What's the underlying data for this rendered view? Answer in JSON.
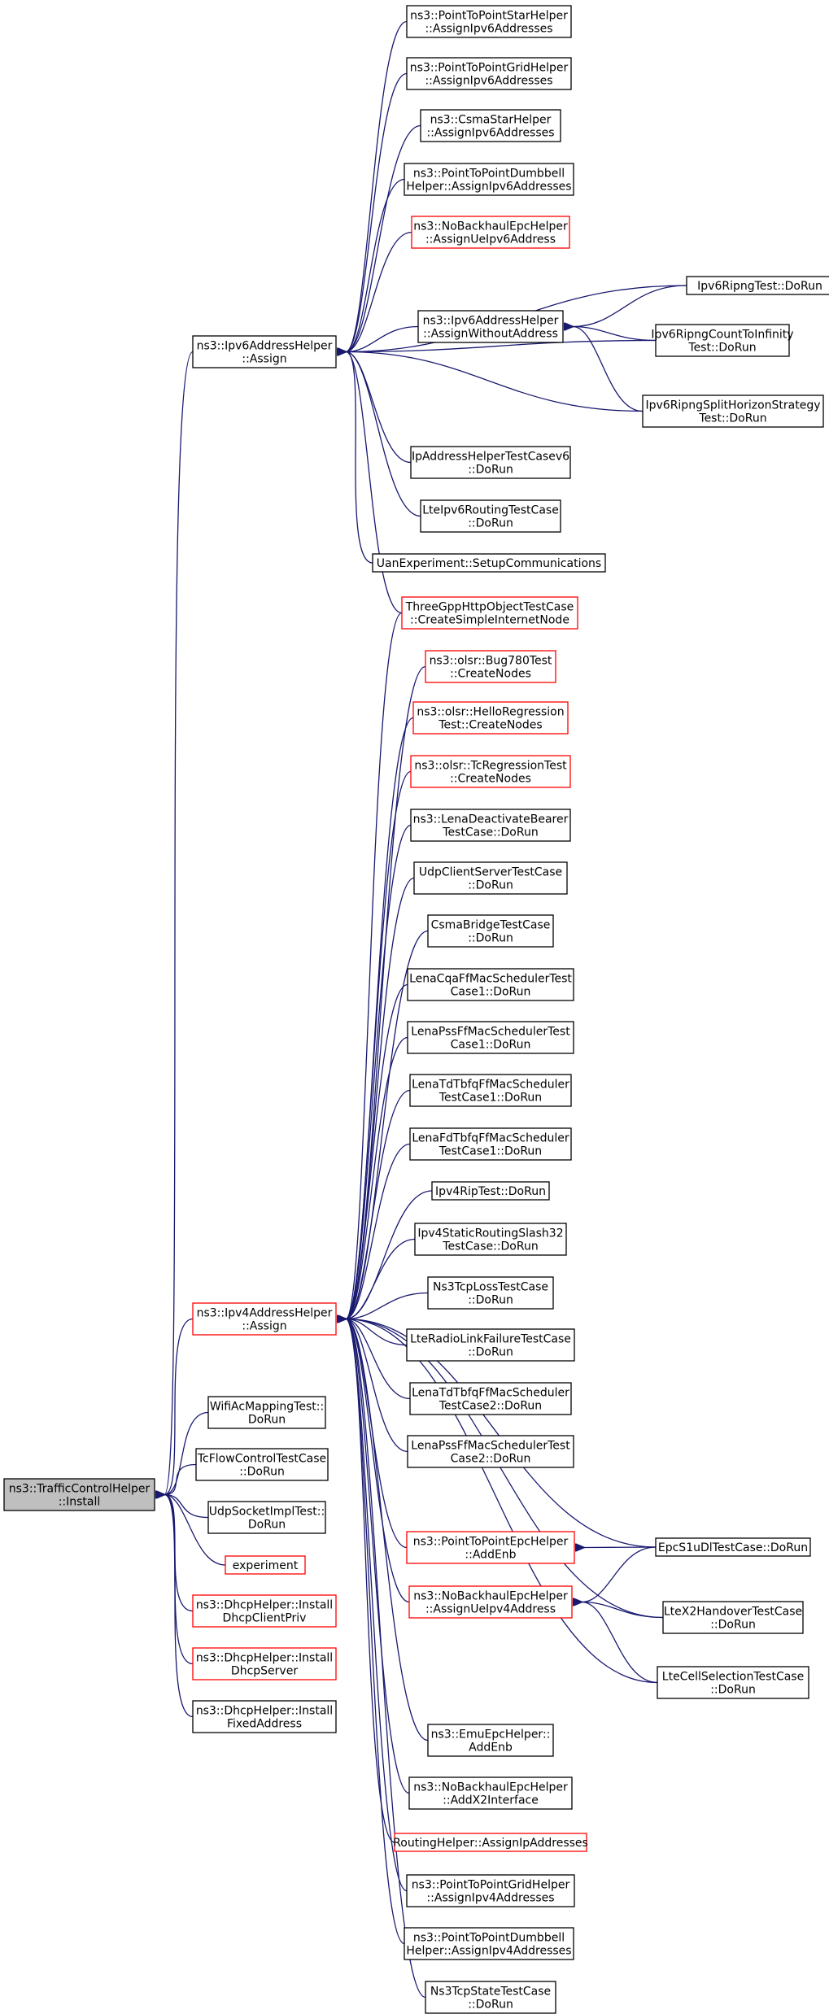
{
  "nodes": [
    {
      "id": "root",
      "lines": [
        "ns3::TrafficControlHelper",
        "::Install"
      ],
      "kind": "root"
    },
    {
      "id": "ipv6assign",
      "lines": [
        "ns3::Ipv6AddressHelper",
        "::Assign"
      ],
      "kind": "black"
    },
    {
      "id": "ipv4assign",
      "lines": [
        "ns3::Ipv4AddressHelper",
        "::Assign"
      ],
      "kind": "red"
    },
    {
      "id": "wifiac",
      "lines": [
        "WifiAcMappingTest::",
        "DoRun"
      ],
      "kind": "black"
    },
    {
      "id": "tcflow",
      "lines": [
        "TcFlowControlTestCase",
        "::DoRun"
      ],
      "kind": "black"
    },
    {
      "id": "udpsock",
      "lines": [
        "UdpSocketImplTest::",
        "DoRun"
      ],
      "kind": "black"
    },
    {
      "id": "experiment",
      "lines": [
        "experiment"
      ],
      "kind": "red"
    },
    {
      "id": "dhcpclient",
      "lines": [
        "ns3::DhcpHelper::Install",
        "DhcpClientPriv"
      ],
      "kind": "red"
    },
    {
      "id": "dhcpserver",
      "lines": [
        "ns3::DhcpHelper::Install",
        "DhcpServer"
      ],
      "kind": "red"
    },
    {
      "id": "dhcpfixed",
      "lines": [
        "ns3::DhcpHelper::Install",
        "FixedAddress"
      ],
      "kind": "black"
    },
    {
      "id": "p2pstar6",
      "lines": [
        "ns3::PointToPointStarHelper",
        "::AssignIpv6Addresses"
      ],
      "kind": "black"
    },
    {
      "id": "p2pgrid6",
      "lines": [
        "ns3::PointToPointGridHelper",
        "::AssignIpv6Addresses"
      ],
      "kind": "black"
    },
    {
      "id": "csmastar6",
      "lines": [
        "ns3::CsmaStarHelper",
        "::AssignIpv6Addresses"
      ],
      "kind": "black"
    },
    {
      "id": "p2pdumb6",
      "lines": [
        "ns3::PointToPointDumbbell",
        "Helper::AssignIpv6Addresses"
      ],
      "kind": "black"
    },
    {
      "id": "nobackhaul6",
      "lines": [
        "ns3::NoBackhaulEpcHelper",
        "::AssignUeIpv6Address"
      ],
      "kind": "red"
    },
    {
      "id": "assignwithout",
      "lines": [
        "ns3::Ipv6AddressHelper",
        "::AssignWithoutAddress"
      ],
      "kind": "black"
    },
    {
      "id": "ipaddrv6",
      "lines": [
        "IpAddressHelperTestCasev6",
        "::DoRun"
      ],
      "kind": "black"
    },
    {
      "id": "lteipv6",
      "lines": [
        "LteIpv6RoutingTestCase",
        "::DoRun"
      ],
      "kind": "black"
    },
    {
      "id": "uanexp",
      "lines": [
        "UanExperiment::SetupCommunications"
      ],
      "kind": "black"
    },
    {
      "id": "threegpp",
      "lines": [
        "ThreeGppHttpObjectTestCase",
        "::CreateSimpleInternetNode"
      ],
      "kind": "red"
    },
    {
      "id": "ripng",
      "lines": [
        "Ipv6RipngTest::DoRun"
      ],
      "kind": "black"
    },
    {
      "id": "ripngcount",
      "lines": [
        "Ipv6RipngCountToInfinity",
        "Test::DoRun"
      ],
      "kind": "black"
    },
    {
      "id": "ripngsplit",
      "lines": [
        "Ipv6RipngSplitHorizonStrategy",
        "Test::DoRun"
      ],
      "kind": "black"
    },
    {
      "id": "olsrbug",
      "lines": [
        "ns3::olsr::Bug780Test",
        "::CreateNodes"
      ],
      "kind": "red"
    },
    {
      "id": "olsrhello",
      "lines": [
        "ns3::olsr::HelloRegression",
        "Test::CreateNodes"
      ],
      "kind": "red"
    },
    {
      "id": "olsrtc",
      "lines": [
        "ns3::olsr::TcRegressionTest",
        "::CreateNodes"
      ],
      "kind": "red"
    },
    {
      "id": "lenadeact",
      "lines": [
        "ns3::LenaDeactivateBearer",
        "TestCase::DoRun"
      ],
      "kind": "black"
    },
    {
      "id": "udpclient",
      "lines": [
        "UdpClientServerTestCase",
        "::DoRun"
      ],
      "kind": "black"
    },
    {
      "id": "csmabridge",
      "lines": [
        "CsmaBridgeTestCase",
        "::DoRun"
      ],
      "kind": "black"
    },
    {
      "id": "lenacqa",
      "lines": [
        "LenaCqaFfMacSchedulerTest",
        "Case1::DoRun"
      ],
      "kind": "black"
    },
    {
      "id": "lenapss1",
      "lines": [
        "LenaPssFfMacSchedulerTest",
        "Case1::DoRun"
      ],
      "kind": "black"
    },
    {
      "id": "lenatdtbfq1",
      "lines": [
        "LenaTdTbfqFfMacScheduler",
        "TestCase1::DoRun"
      ],
      "kind": "black"
    },
    {
      "id": "lenafdtbfq1",
      "lines": [
        "LenaFdTbfqFfMacScheduler",
        "TestCase1::DoRun"
      ],
      "kind": "black"
    },
    {
      "id": "ipv4rip",
      "lines": [
        "Ipv4RipTest::DoRun"
      ],
      "kind": "black"
    },
    {
      "id": "ipv4static",
      "lines": [
        "Ipv4StaticRoutingSlash32",
        "TestCase::DoRun"
      ],
      "kind": "black"
    },
    {
      "id": "ns3tcploss",
      "lines": [
        "Ns3TcpLossTestCase",
        "::DoRun"
      ],
      "kind": "black"
    },
    {
      "id": "lteradio",
      "lines": [
        "LteRadioLinkFailureTestCase",
        "::DoRun"
      ],
      "kind": "black"
    },
    {
      "id": "lenatdtbfq2",
      "lines": [
        "LenaTdTbfqFfMacScheduler",
        "TestCase2::DoRun"
      ],
      "kind": "black"
    },
    {
      "id": "lenapss2",
      "lines": [
        "LenaPssFfMacSchedulerTest",
        "Case2::DoRun"
      ],
      "kind": "black"
    },
    {
      "id": "p2pepc",
      "lines": [
        "ns3::PointToPointEpcHelper",
        "::AddEnb"
      ],
      "kind": "red"
    },
    {
      "id": "nobackhaul4",
      "lines": [
        "ns3::NoBackhaulEpcHelper",
        "::AssignUeIpv4Address"
      ],
      "kind": "red"
    },
    {
      "id": "emuepc",
      "lines": [
        "ns3::EmuEpcHelper::",
        "AddEnb"
      ],
      "kind": "black"
    },
    {
      "id": "nobackhaulx2",
      "lines": [
        "ns3::NoBackhaulEpcHelper",
        "::AddX2Interface"
      ],
      "kind": "black"
    },
    {
      "id": "routinghelper",
      "lines": [
        "RoutingHelper::AssignIpAddresses"
      ],
      "kind": "red"
    },
    {
      "id": "p2pgrid4",
      "lines": [
        "ns3::PointToPointGridHelper",
        "::AssignIpv4Addresses"
      ],
      "kind": "black"
    },
    {
      "id": "p2pdumb4",
      "lines": [
        "ns3::PointToPointDumbbell",
        "Helper::AssignIpv4Addresses"
      ],
      "kind": "black"
    },
    {
      "id": "ns3tcpstate",
      "lines": [
        "Ns3TcpStateTestCase",
        "::DoRun"
      ],
      "kind": "black"
    },
    {
      "id": "epcs1u",
      "lines": [
        "EpcS1uDlTestCase::DoRun"
      ],
      "kind": "black"
    },
    {
      "id": "ltex2",
      "lines": [
        "LteX2HandoverTestCase",
        "::DoRun"
      ],
      "kind": "black"
    },
    {
      "id": "ltecell",
      "lines": [
        "LteCellSelectionTestCase",
        "::DoRun"
      ],
      "kind": "black"
    }
  ]
}
